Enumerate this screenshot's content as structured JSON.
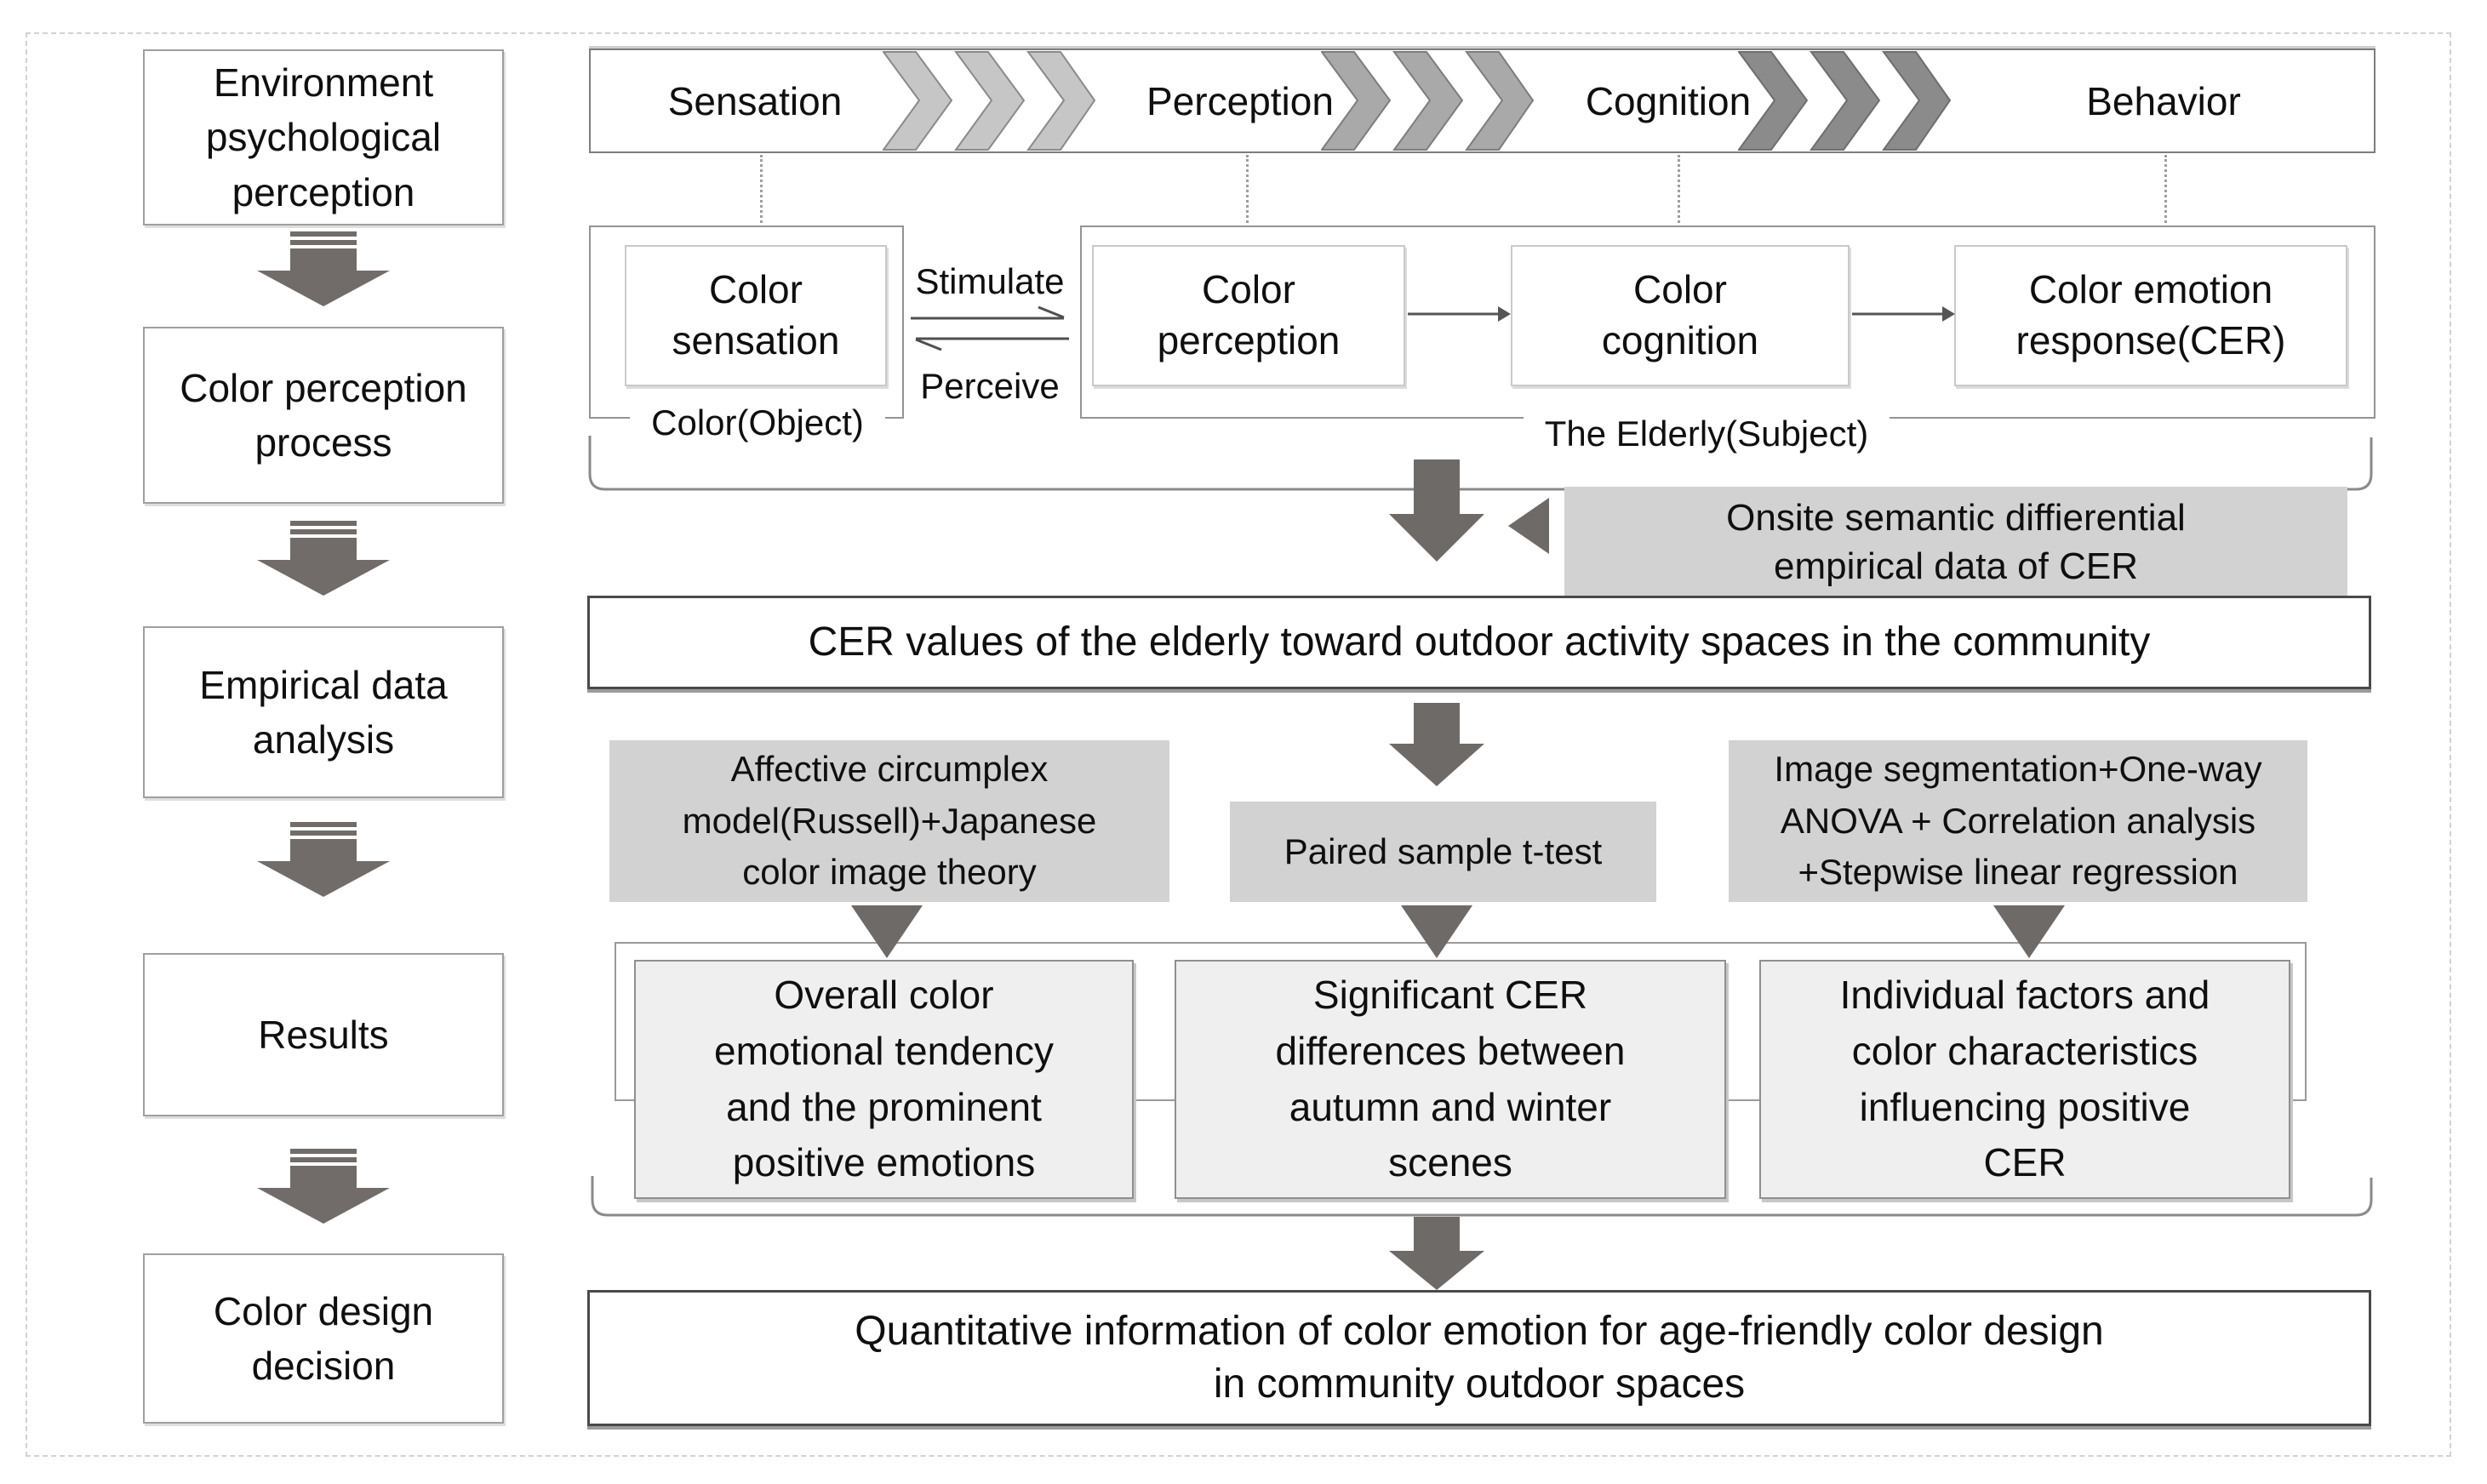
{
  "diagram": {
    "left_column": {
      "stages": [
        {
          "label": "Environment\npsychological\nperception"
        },
        {
          "label": "Color perception\nprocess"
        },
        {
          "label": "Empirical data\nanalysis"
        },
        {
          "label": "Results"
        },
        {
          "label": "Color design\ndecision"
        }
      ]
    },
    "stage_band": {
      "labels": [
        "Sensation",
        "Perception",
        "Cognition",
        "Behavior"
      ]
    },
    "perception_process": {
      "object_label": "Color(Object)",
      "subject_label": "The Elderly(Subject)",
      "color_sensation": "Color\nsensation",
      "color_perception": "Color\nperception",
      "color_cognition": "Color\ncognition",
      "color_emotion_response": "Color emotion\nresponse(CER)",
      "stimulate": "Stimulate",
      "perceive": "Perceive"
    },
    "onsite_note": "Onsite semantic diffierential\nempirical data of CER",
    "cer_values": "CER values of the elderly toward outdoor activity spaces in the community",
    "methods": [
      {
        "label": "Affective circumplex\nmodel(Russell)+Japanese\ncolor image theory"
      },
      {
        "label": "Paired sample t-test"
      },
      {
        "label": "Image segmentation+One-way\nANOVA + Correlation analysis\n+Stepwise linear regression"
      }
    ],
    "results": [
      {
        "label": "Overall color\nemotional tendency\nand the prominent\npositive emotions"
      },
      {
        "label": "Significant CER\ndifferences between\nautumn and winter\nscenes"
      },
      {
        "label": "Individual factors and\ncolor characteristics\ninfluencing positive\nCER"
      }
    ],
    "conclusion": "Quantitative information of color emotion  for age-friendly color design\nin community outdoor spaces",
    "colors": {
      "chevron_light": "#c6c6c6",
      "chevron_medium": "#a9a9a9",
      "chevron_dark": "#8b8b8b",
      "arrow_gray": "#6e6a68",
      "striped_arrow_gray": "#716c6a",
      "note_box_bg": "#d2d2d2",
      "result_box_bg": "#efefef",
      "box_border": "#9f9f9f",
      "dark_border": "#4a4a4a"
    }
  }
}
